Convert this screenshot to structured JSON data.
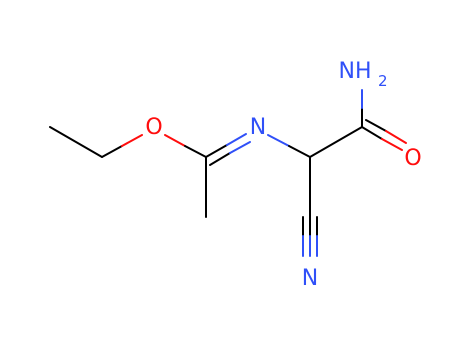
{
  "molecule": {
    "atoms": [
      {
        "id": "O_ether",
        "label": "O",
        "color": "#ff0d0d"
      },
      {
        "id": "N_imine",
        "label": "N",
        "color": "#3050f8"
      },
      {
        "id": "N_amide",
        "label": "NH",
        "subscript": "2",
        "color": "#3050f8"
      },
      {
        "id": "O_carbonyl",
        "label": "O",
        "color": "#ff0d0d"
      },
      {
        "id": "N_nitrile",
        "label": "N",
        "color": "#3050f8"
      }
    ],
    "bond_color": "#000000"
  }
}
